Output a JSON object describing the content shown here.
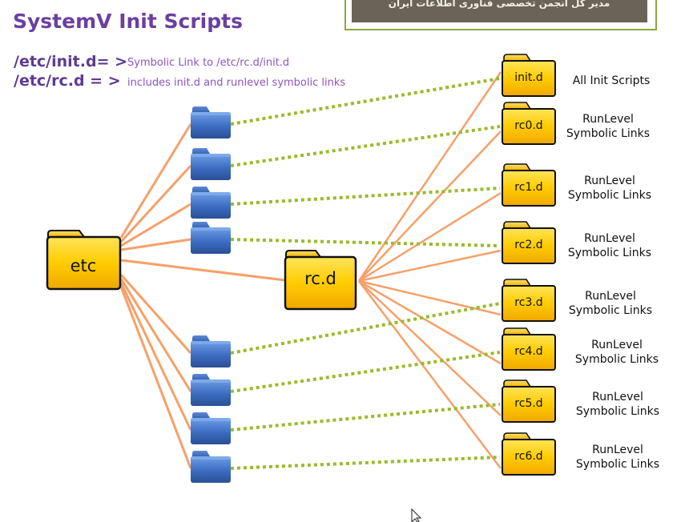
{
  "banner": {
    "text": "مدیر کل انجمن تخصصی فناوری اطلاعات ایران"
  },
  "title": "SystemV Init Scripts",
  "subtitles": [
    {
      "key": "/etc/init.d= >",
      "desc": "Symbolic Link to /etc/rc.d/init.d"
    },
    {
      "key": "/etc/rc.d = >",
      "desc": "includes init.d and runlevel symbolic links"
    }
  ],
  "etc_folder": {
    "label": "etc"
  },
  "rcd_folder": {
    "label": "rc.d"
  },
  "right_folders": [
    {
      "label": "init.d",
      "desc_lines": [
        "All Init Scripts"
      ]
    },
    {
      "label": "rc0.d",
      "desc_lines": [
        "RunLevel",
        "Symbolic Links"
      ]
    },
    {
      "label": "rc1.d",
      "desc_lines": [
        "RunLevel",
        "Symbolic Links"
      ]
    },
    {
      "label": "rc2.d",
      "desc_lines": [
        "RunLevel",
        "Symbolic Links"
      ]
    },
    {
      "label": "rc3.d",
      "desc_lines": [
        "RunLevel",
        "Symbolic Links"
      ]
    },
    {
      "label": "rc4.d",
      "desc_lines": [
        "RunLevel",
        "Symbolic Links"
      ]
    },
    {
      "label": "rc5.d",
      "desc_lines": [
        "RunLevel",
        "Symbolic Links"
      ]
    },
    {
      "label": "rc6.d",
      "desc_lines": [
        "RunLevel",
        "Symbolic Links"
      ]
    }
  ],
  "colors": {
    "title": "#6b3fa0",
    "solid_link": "#f5a06a",
    "dotted_link": "#9abb2a",
    "folder_yellow": "#ffc800",
    "folder_blue": "#3d6fc0",
    "banner_bg": "#6b6258",
    "banner_border": "#8aaa3c"
  }
}
